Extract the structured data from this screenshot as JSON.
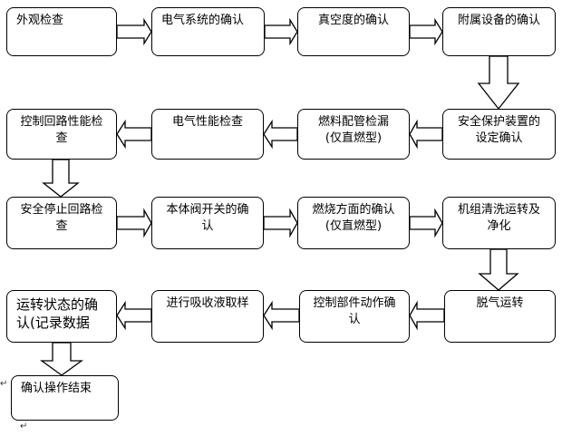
{
  "nodes": {
    "n1": "外观检查",
    "n2": "电气系统的确认",
    "n3": "真空度的确认",
    "n4": "附属设备的确认",
    "n5": "安全保护装置的\n设定确认",
    "n6": "燃料配管检漏\n(仅直燃型)",
    "n7": "电气性能检查",
    "n8": "控制回路性能检\n查",
    "n9": "安全停止回路检\n查",
    "n10": "本体阀开关的确\n认",
    "n11": "燃烧方面的确认\n(仅直燃型)",
    "n12": "机组清洗运转及\n净化",
    "n13": "脱气运转",
    "n14": "控制部件动作确\n认",
    "n15": "进行吸收液取样",
    "n16": "运转状态的确\n认(记录数据",
    "n17": "确认操作结束"
  },
  "marks": {
    "para_mark": "↵"
  }
}
